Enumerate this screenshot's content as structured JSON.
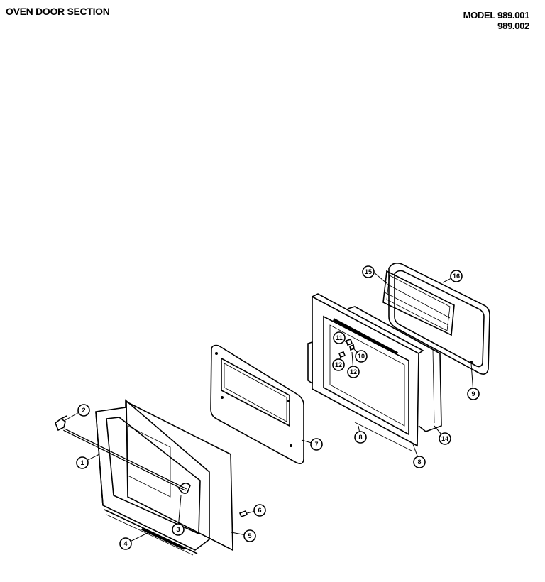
{
  "title": "OVEN DOOR SECTION",
  "model": {
    "label_line1": "MODEL 989.001",
    "label_line2": "989.002"
  },
  "callouts": {
    "c1": "1",
    "c2": "2",
    "c3": "3",
    "c4": "4",
    "c5": "5",
    "c6": "6",
    "c7": "7",
    "c8a": "8",
    "c8b": "8",
    "c9": "9",
    "c10": "10",
    "c11": "11",
    "c12a": "12",
    "c12b": "12",
    "c14": "14",
    "c15": "15",
    "c16": "16"
  }
}
